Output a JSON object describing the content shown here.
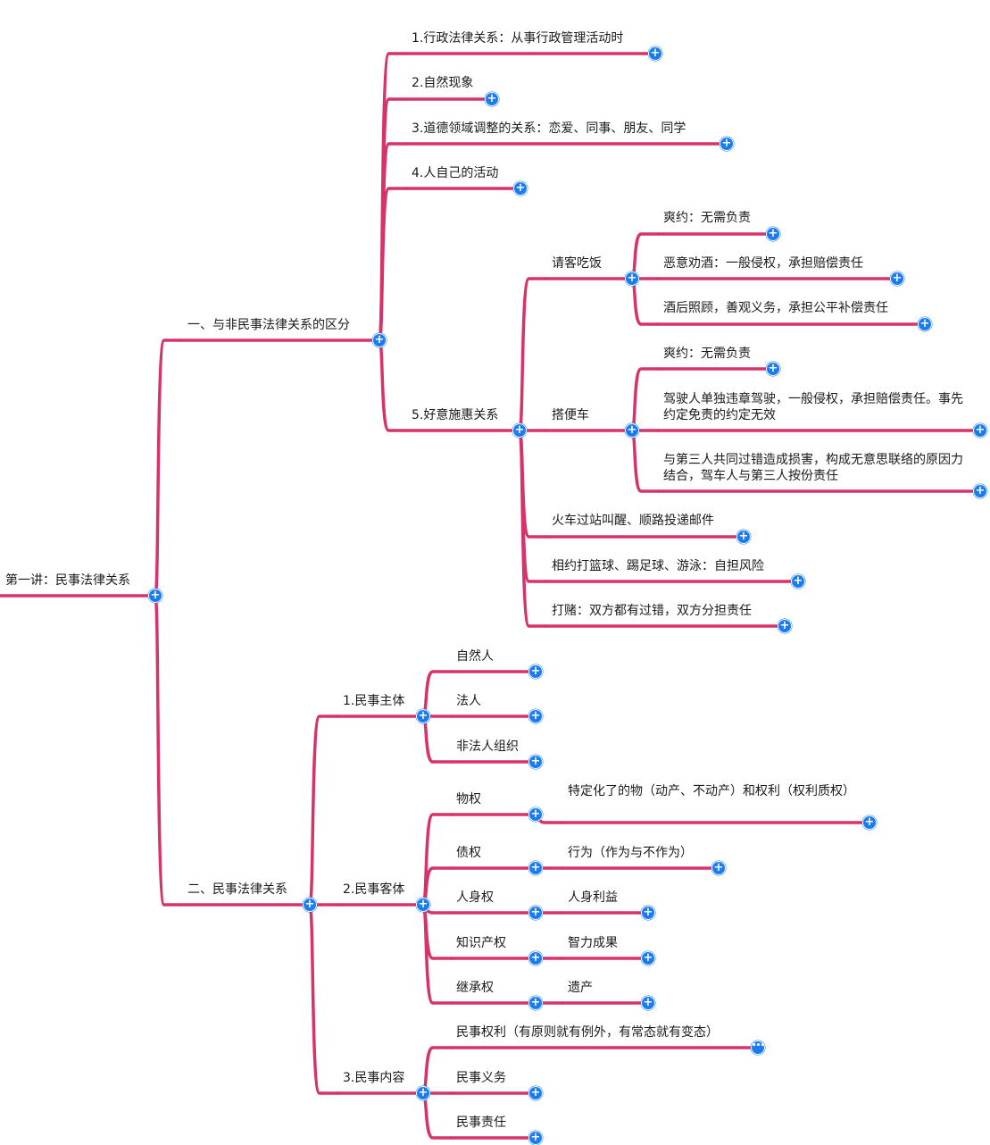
{
  "colors": {
    "branch": "#d6336c",
    "expand_button": "#1a7cf0"
  },
  "icons": {
    "expand": "plus-icon",
    "more": "more-icon"
  },
  "root": {
    "label": "第一讲：民事法律关系"
  },
  "nodes": [
    {
      "id": "r",
      "label": "第一讲：民事法律关系",
      "button": "plus"
    },
    {
      "id": "a",
      "label": "一、与非民事法律关系的区分",
      "button": "plus"
    },
    {
      "id": "a1",
      "label": "1.行政法律关系：从事行政管理活动时",
      "button": "plus"
    },
    {
      "id": "a2",
      "label": "2.自然现象",
      "button": "plus"
    },
    {
      "id": "a3",
      "label": "3.道德领域调整的关系：恋爱、同事、朋友、同学",
      "button": "plus"
    },
    {
      "id": "a4",
      "label": "4.人自己的活动",
      "button": "plus"
    },
    {
      "id": "a5",
      "label": "5.好意施惠关系",
      "button": "plus"
    },
    {
      "id": "a5a",
      "label": "请客吃饭",
      "button": "plus"
    },
    {
      "id": "a5a1",
      "label": "爽约：无需负责",
      "button": "plus"
    },
    {
      "id": "a5a2",
      "label": "恶意劝酒：一般侵权，承担赔偿责任",
      "button": "plus"
    },
    {
      "id": "a5a3",
      "label": "酒后照顾，善观义务，承担公平补偿责任",
      "button": "plus"
    },
    {
      "id": "a5b",
      "label": "搭便车",
      "button": "plus"
    },
    {
      "id": "a5b1",
      "label": "爽约：无需负责",
      "button": "plus"
    },
    {
      "id": "a5b2",
      "label": "驾驶人单独违章驾驶，一般侵权，承担赔偿责任。事先约定免责的约定无效",
      "button": "plus"
    },
    {
      "id": "a5b3",
      "label": "与第三人共同过错造成损害，构成无意思联络的原因力结合，驾车人与第三人按份责任",
      "button": "plus"
    },
    {
      "id": "a5c",
      "label": "火车过站叫醒、顺路投递邮件",
      "button": "plus"
    },
    {
      "id": "a5d",
      "label": "相约打篮球、踢足球、游泳：自担风险",
      "button": "plus"
    },
    {
      "id": "a5e",
      "label": "打赌：双方都有过错，双方分担责任",
      "button": "plus"
    },
    {
      "id": "b",
      "label": "二、民事法律关系",
      "button": "plus"
    },
    {
      "id": "b1",
      "label": "1.民事主体",
      "button": "plus"
    },
    {
      "id": "b1a",
      "label": "自然人",
      "button": "plus"
    },
    {
      "id": "b1b",
      "label": "法人",
      "button": "plus"
    },
    {
      "id": "b1c",
      "label": "非法人组织",
      "button": "plus"
    },
    {
      "id": "b2",
      "label": "2.民事客体",
      "button": "plus"
    },
    {
      "id": "b2a",
      "label": "物权",
      "button": "plus"
    },
    {
      "id": "b2a1",
      "label": "特定化了的物（动产、不动产）和权利（权利质权）",
      "button": "plus"
    },
    {
      "id": "b2b",
      "label": "债权",
      "button": "plus"
    },
    {
      "id": "b2b1",
      "label": "行为（作为与不作为）",
      "button": "plus"
    },
    {
      "id": "b2c",
      "label": "人身权",
      "button": "plus"
    },
    {
      "id": "b2c1",
      "label": "人身利益",
      "button": "plus"
    },
    {
      "id": "b2d",
      "label": "知识产权",
      "button": "plus"
    },
    {
      "id": "b2d1",
      "label": "智力成果",
      "button": "plus"
    },
    {
      "id": "b2e",
      "label": "继承权",
      "button": "plus"
    },
    {
      "id": "b2e1",
      "label": "遗产",
      "button": "plus"
    },
    {
      "id": "b3",
      "label": "3.民事内容",
      "button": "plus"
    },
    {
      "id": "b3a",
      "label": "民事权利（有原则就有例外，有常态就有变态）",
      "button": "more"
    },
    {
      "id": "b3b",
      "label": "民事义务",
      "button": "plus"
    },
    {
      "id": "b3c",
      "label": "民事责任",
      "button": "plus"
    }
  ]
}
